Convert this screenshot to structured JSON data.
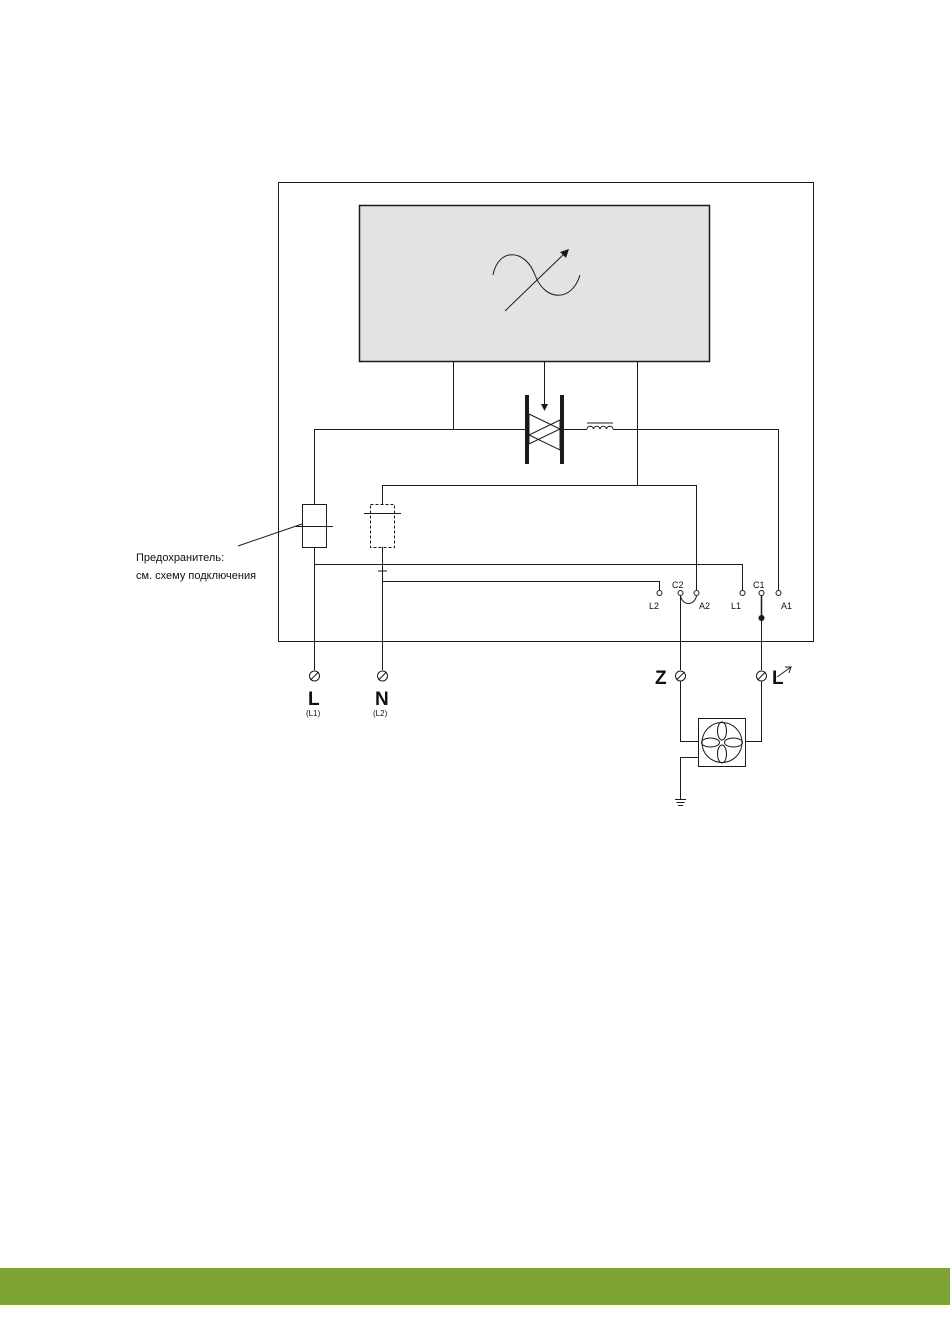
{
  "diagram": {
    "fuse_note_line1": "Предохранитель:",
    "fuse_note_line2": "см. схему подключения",
    "terminals": {
      "l2": "L2",
      "c2": "C2",
      "a2": "A2",
      "l1": "L1",
      "c1": "C1",
      "a1": "A1"
    },
    "inputs": {
      "l_main": "L",
      "l_sub": "(L1)",
      "n_main": "N",
      "n_sub": "(L2)"
    },
    "motor_terminals": {
      "z": "Z",
      "l_reg": "L"
    }
  },
  "colors": {
    "module_fill": "#e3e3e3",
    "footer_bar": "#7ea434"
  }
}
